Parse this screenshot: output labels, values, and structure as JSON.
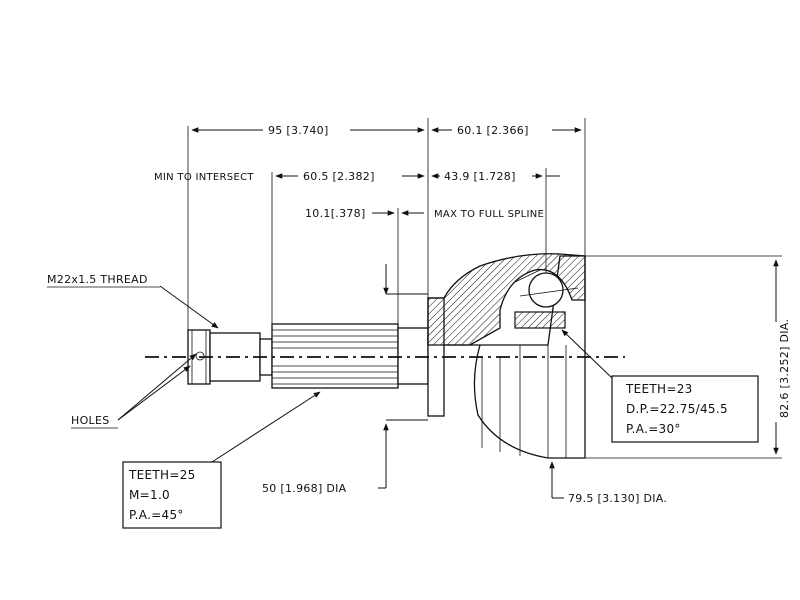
{
  "dimensions": {
    "overall_length": "95 [3.740]",
    "bell_length": "60.1 [2.366]",
    "min_to_intersect_label": "MIN TO INTERSECT",
    "min_to_intersect_value": "60.5 [2.382]",
    "bell_to_center": "43.9 [1.728]",
    "spline_gap": "10.1[.378]",
    "max_full_spline": "MAX TO FULL SPLINE",
    "shaft_dia": "50 [1.968] DIA",
    "bell_dia": "79.5 [3.130] DIA.",
    "outer_dia": "82.6 [3.252] DIA."
  },
  "labels": {
    "thread": "M22x1.5 THREAD",
    "holes": "HOLES"
  },
  "spec_outer": {
    "teeth": "TEETH=25",
    "module": "M=1.0",
    "pressure_angle": "P.A.=45°"
  },
  "spec_inner": {
    "teeth": "TEETH=23",
    "pitch_diameter": "D.P.=22.75/45.5",
    "pressure_angle": "P.A.=30°"
  }
}
